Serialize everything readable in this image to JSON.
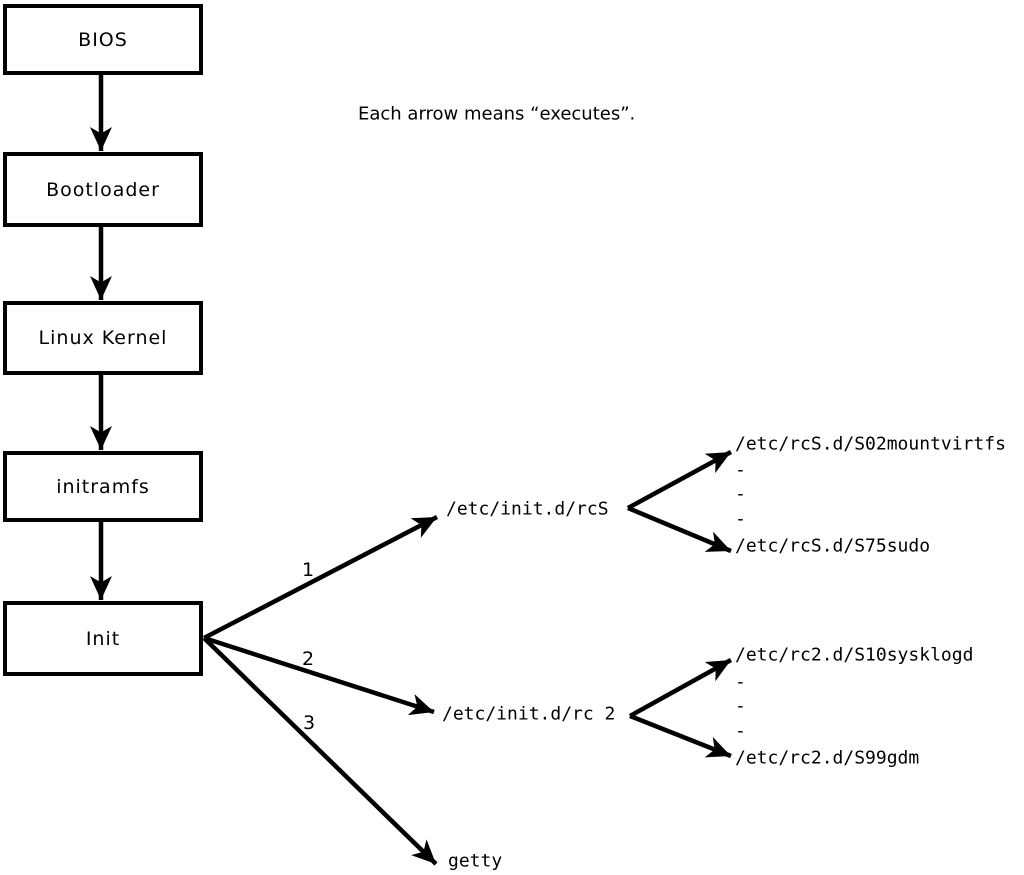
{
  "note": {
    "text": "Each arrow means “executes”."
  },
  "nodes": [
    {
      "id": "bios",
      "label": "BIOS"
    },
    {
      "id": "bootloader",
      "label": "Bootloader"
    },
    {
      "id": "linux-kernel",
      "label": "Linux Kernel"
    },
    {
      "id": "initramfs",
      "label": "initramfs"
    },
    {
      "id": "init",
      "label": "Init"
    }
  ],
  "fan": [
    {
      "label": "1",
      "target": "/etc/init.d/rcS"
    },
    {
      "label": "2",
      "target": "/etc/init.d/rc 2"
    },
    {
      "label": "3",
      "target": "getty"
    }
  ],
  "rcS_scripts": {
    "lines": [
      "/etc/rcS.d/S02mountvirtfs",
      "-",
      "-",
      "-",
      "/etc/rcS.d/S75sudo"
    ]
  },
  "rc2_scripts": {
    "lines": [
      "/etc/rc2.d/S10sysklogd",
      "-",
      "-",
      "-",
      "/etc/rc2.d/S99gdm"
    ]
  },
  "colors": {
    "line": "#000000",
    "text": "#000000",
    "background": "#ffffff"
  }
}
